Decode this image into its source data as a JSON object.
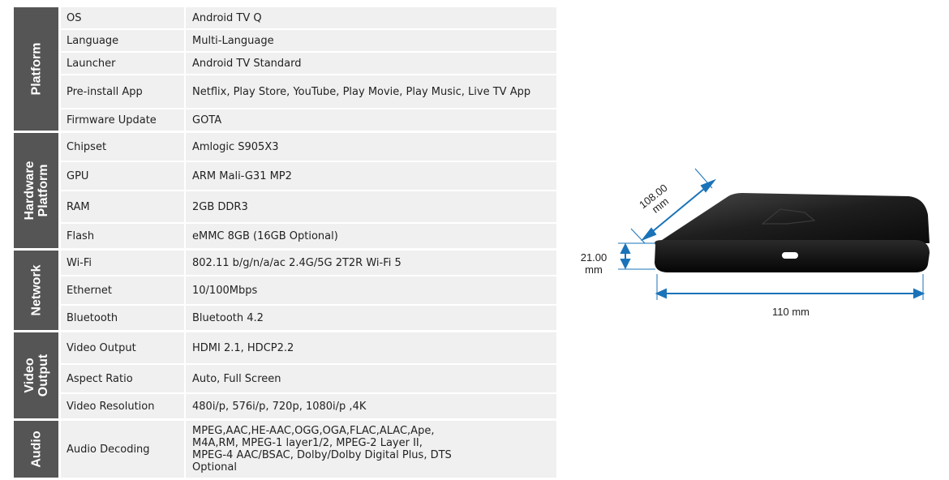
{
  "groups": [
    {
      "label": "Platform",
      "rows": [
        {
          "key": "OS",
          "value": "Android TV Q"
        },
        {
          "key": "Language",
          "value": "Multi-Language"
        },
        {
          "key": "Launcher",
          "value": "Android TV Standard"
        },
        {
          "key": "Pre-install App",
          "value": "Netflix, Play Store, YouTube, Play Movie, Play Music, Live TV App"
        },
        {
          "key": "Firmware Update",
          "value": "GOTA"
        }
      ]
    },
    {
      "label": "Hardware Platform",
      "rows": [
        {
          "key": "Chipset",
          "value": "Amlogic S905X3"
        },
        {
          "key": "GPU",
          "value": "ARM Mali-G31 MP2"
        },
        {
          "key": "RAM",
          "value": "2GB DDR3"
        },
        {
          "key": "Flash",
          "value": "eMMC 8GB (16GB Optional)"
        }
      ]
    },
    {
      "label": "Network",
      "rows": [
        {
          "key": "Wi-Fi",
          "value": "802.11 b/g/n/a/ac 2.4G/5G 2T2R Wi-Fi 5"
        },
        {
          "key": "Ethernet",
          "value": "10/100Mbps"
        },
        {
          "key": "Bluetooth",
          "value": "Bluetooth 4.2"
        }
      ]
    },
    {
      "label": "Video Output",
      "rows": [
        {
          "key": "Video Output",
          "value": "HDMI 2.1, HDCP2.2"
        },
        {
          "key": "Aspect Ratio",
          "value": "Auto, Full Screen"
        },
        {
          "key": "Video Resolution",
          "value": "480i/p, 576i/p, 720p, 1080i/p ,4K"
        }
      ]
    },
    {
      "label": "Audio",
      "rows": [
        {
          "key": "Audio Decoding",
          "value": "MPEG,AAC,HE-AAC,OGG,OGA,FLAC,ALAC,Ape, M4A,RM, MPEG-1 layer1/2, MPEG-2 Layer II, MPEG-4 AAC/BSAC, Dolby/Dolby Digital Plus, DTS Optional"
        }
      ]
    }
  ],
  "dimensions": {
    "depth": "108.00 mm",
    "height": "21.00 mm",
    "width": "110 mm"
  },
  "colors": {
    "group_bg": "#555555",
    "row_bg": "#f0f0f0",
    "dim_line": "#1a73b8"
  }
}
